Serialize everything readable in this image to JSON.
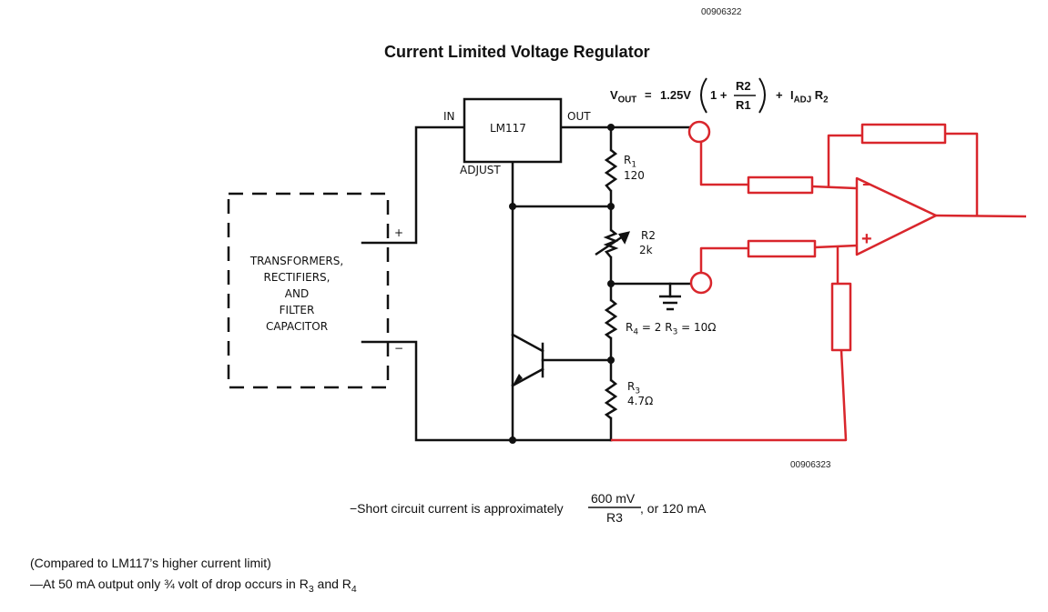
{
  "header": {
    "figure_code_top": "00906322",
    "title": "Current Limited Voltage Regulator"
  },
  "formula": {
    "lhs": "V",
    "lhs_sub": "OUT",
    "equals": "=",
    "const": "1.25V",
    "one_plus": "1 +",
    "frac_num": "R2",
    "frac_den": "R1",
    "plus": "+",
    "iadj": "I",
    "iadj_sub": "ADJ",
    "r2": "R",
    "r2_sub": "2"
  },
  "regulator": {
    "name": "LM117",
    "pin_in": "IN",
    "pin_out": "OUT",
    "pin_adjust": "ADJUST"
  },
  "supply": {
    "lines": [
      "TRANSFORMERS,",
      "RECTIFIERS,",
      "AND",
      "FILTER",
      "CAPACITOR"
    ],
    "plus": "+",
    "minus": "−"
  },
  "components": {
    "r1_name": "R1",
    "r1_name_main": "R",
    "r1_name_sub": "1",
    "r1_value": "120",
    "r2_name": "R2",
    "r2_value": "2k",
    "r4_eq_r": "R",
    "r4_eq_sub4": "4",
    "r4_eq_mid": " = 2 R",
    "r4_eq_sub3": "3",
    "r4_eq_end": " = 10Ω",
    "r3_name_main": "R",
    "r3_name_sub": "3",
    "r3_value": "4.7Ω"
  },
  "opamp": {
    "minus": "−",
    "plus": "+"
  },
  "figure_code_bottom": "00906323",
  "short_circuit": {
    "prefix": "−Short circuit current is approximately",
    "num": "600 mV",
    "den": "R3",
    "suffix": ", or 120 mA"
  },
  "notes": {
    "line1": "(Compared to LM117’s higher current limit)",
    "line2_a": "—At 50 mA output only ¾ volt of drop occurs in R",
    "line2_sub1": "3",
    "line2_b": " and R",
    "line2_sub2": "4"
  },
  "colors": {
    "schematic": "#111111",
    "markup": "#d9262c"
  }
}
